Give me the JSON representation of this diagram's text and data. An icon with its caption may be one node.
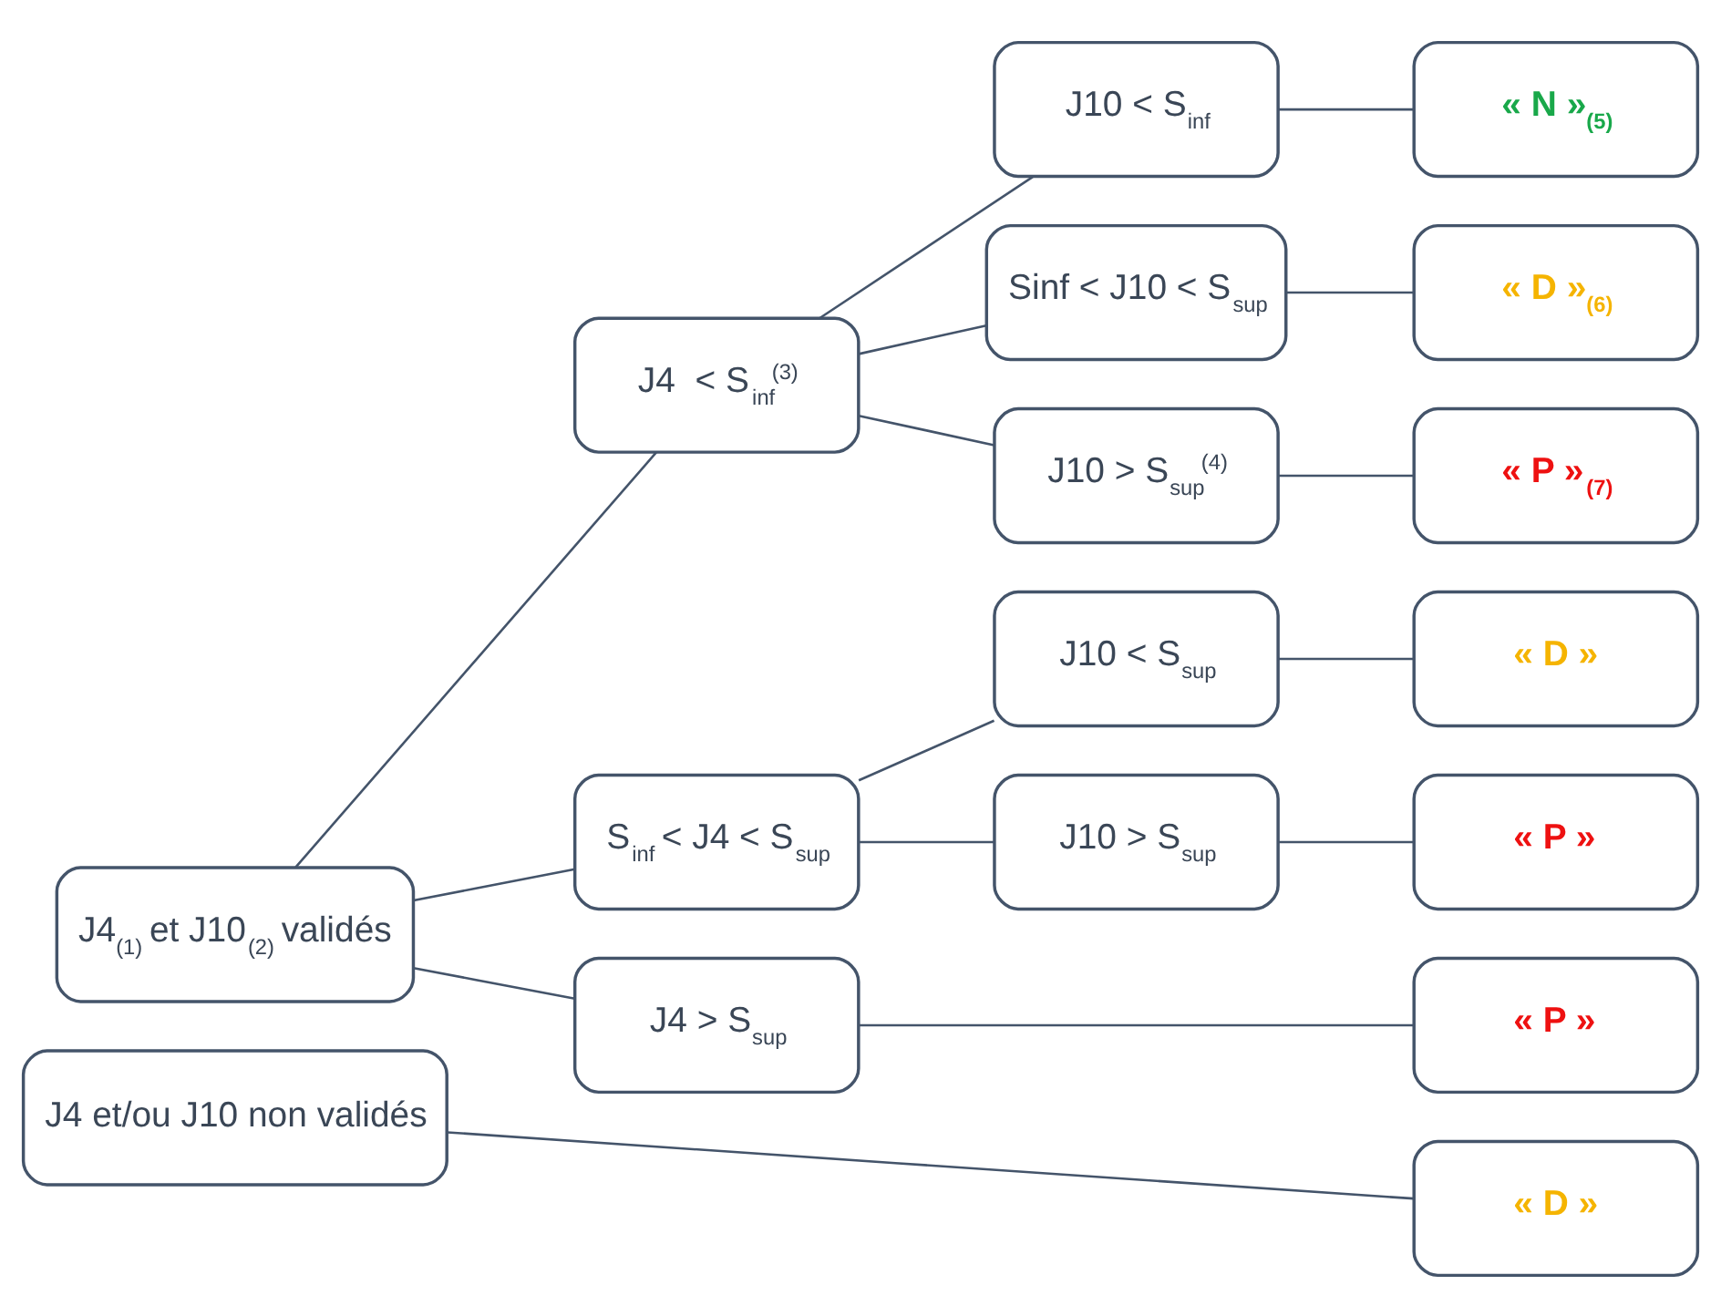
{
  "diagram": {
    "nodes": [
      {
        "text": [
          "J4$_{(1)}$ et J10$_{(2)}$ validés"
        ]
      },
      {
        "text": [
          "J4  < S$_{inf}$$^{(3)}$"
        ]
      },
      {
        "text": [
          "S$_{inf}$ < J4 < S$_{sup}$"
        ]
      },
      {
        "text": [
          "J4 > S$_{sup}$"
        ]
      },
      {
        "text": [
          "J4 et/ou J10 non validés"
        ]
      },
      {
        "text": [
          "J10 < S$_{inf}$"
        ]
      },
      {
        "text": [
          "Sinf < J10 < S$_{sup}$"
        ]
      },
      {
        "text": [
          "J10 > S$_{sup}$$^{(4)}$"
        ]
      },
      {
        "text": [
          "J10 < S$_{sup}$"
        ]
      },
      {
        "text": [
          "J10 > S$_{sup}$"
        ]
      },
      {
        "text": [
          "« N »$_{(5)}$"
        ]
      },
      {
        "text": [
          "« D »$_{(6)}$"
        ]
      },
      {
        "text": [
          "« P »$_{(7)}$"
        ]
      },
      {
        "text": [
          "« D »"
        ]
      },
      {
        "text": [
          "« P »"
        ]
      },
      {
        "text": [
          "« P »"
        ]
      },
      {
        "text": [
          "« D »"
        ]
      }
    ],
    "edges": [
      {
        "from": 0,
        "to": 1,
        "arrow": "none"
      },
      {
        "from": 0,
        "to": 2,
        "arrow": "none"
      },
      {
        "from": 0,
        "to": 3,
        "arrow": "none"
      },
      {
        "from": 1,
        "to": 5,
        "arrow": "none"
      },
      {
        "from": 1,
        "to": 6,
        "arrow": "none"
      },
      {
        "from": 1,
        "to": 7,
        "arrow": "none"
      },
      {
        "from": 2,
        "to": 8,
        "arrow": "none"
      },
      {
        "from": 2,
        "to": 9,
        "arrow": "none"
      },
      {
        "from": 5,
        "to": 10,
        "arrow": "none"
      },
      {
        "from": 6,
        "to": 11,
        "arrow": "none"
      },
      {
        "from": 7,
        "to": 12,
        "arrow": "none"
      },
      {
        "from": 8,
        "to": 13,
        "arrow": "none"
      },
      {
        "from": 9,
        "to": 14,
        "arrow": "none"
      },
      {
        "from": 3,
        "to": 15,
        "arrow": "none"
      },
      {
        "from": 4,
        "to": 16,
        "arrow": "none"
      }
    ]
  }
}
